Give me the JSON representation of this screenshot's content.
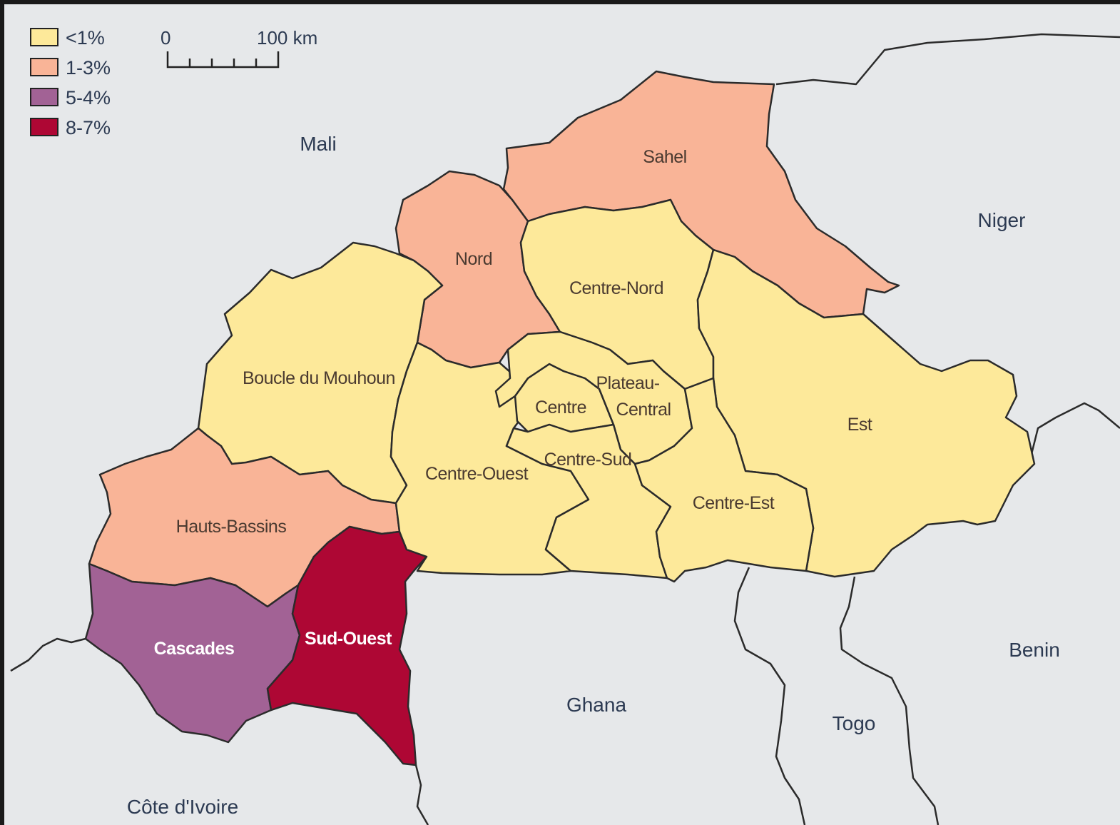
{
  "legend": {
    "items": [
      {
        "label": "<1%",
        "color": "#fde99a"
      },
      {
        "label": "1-3%",
        "color": "#f9b497"
      },
      {
        "label": "5-4%",
        "color": "#a26295"
      },
      {
        "label": "8-7%",
        "color": "#ae0734"
      }
    ]
  },
  "scale_bar": {
    "start_label": "0",
    "end_label": "100 km"
  },
  "countries": {
    "mali": "Mali",
    "niger": "Niger",
    "benin": "Benin",
    "togo": "Togo",
    "ghana": "Ghana",
    "cote_divoire": "Côte d'Ivoire"
  },
  "regions": {
    "sahel": {
      "name": "Sahel",
      "category": "1-3%"
    },
    "nord": {
      "name": "Nord",
      "category": "1-3%"
    },
    "centre_nord": {
      "name": "Centre-Nord",
      "category": "<1%"
    },
    "boucle_du_mouhoun": {
      "name": "Boucle du Mouhoun",
      "category": "<1%"
    },
    "plateau_central_line1": "Plateau-",
    "plateau_central_line2": "Central",
    "plateau_central_category": "<1%",
    "centre": {
      "name": "Centre",
      "category": "<1%"
    },
    "est": {
      "name": "Est",
      "category": "<1%"
    },
    "centre_ouest": {
      "name": "Centre-Ouest",
      "category": "<1%"
    },
    "centre_sud": {
      "name": "Centre-Sud",
      "category": "<1%"
    },
    "centre_est": {
      "name": "Centre-Est",
      "category": "<1%"
    },
    "hauts_bassins": {
      "name": "Hauts-Bassins",
      "category": "1-3%"
    },
    "cascades": {
      "name": "Cascades",
      "category": "5-4%"
    },
    "sud_ouest": {
      "name": "Sud-Ouest",
      "category": "8-7%"
    }
  },
  "colors": {
    "background": "#e6e8ea",
    "border": "#2b2b2b"
  }
}
